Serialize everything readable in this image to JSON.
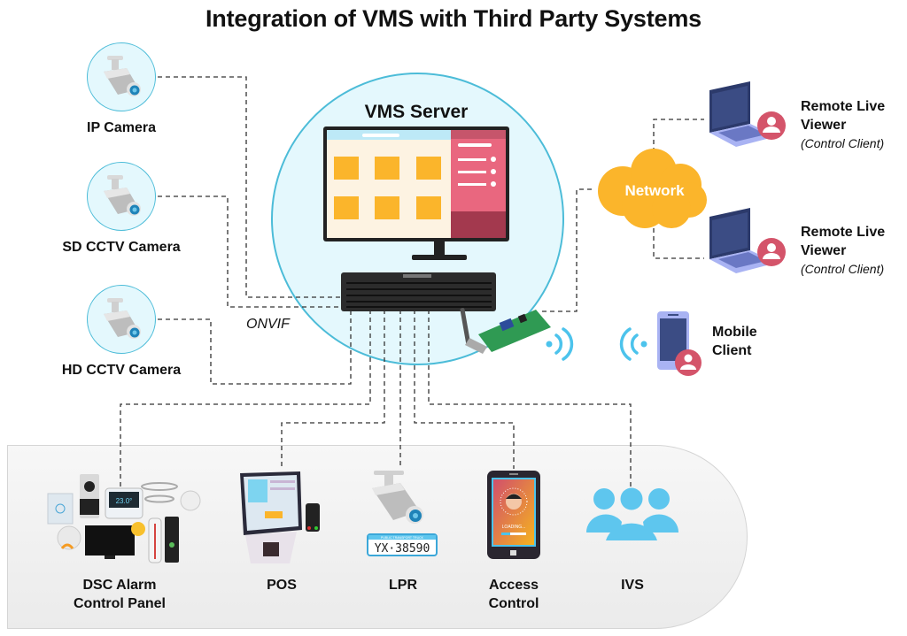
{
  "title": "Integration of VMS with Third Party Systems",
  "colors": {
    "circle_fill": "#e4f8fd",
    "circle_stroke": "#4cbcd8",
    "network_cloud": "#fbb52b",
    "laptop_body": "#3b4c84",
    "laptop_base": "#a9b3f3",
    "user_badge": "#d4546a",
    "wifi": "#4cc3ec",
    "ivs_people": "#5ec6ee",
    "screen_sidebar": "#e9677f",
    "screen_tile": "#fbb52b"
  },
  "cameras": [
    {
      "label": "IP Camera",
      "icon": "cctv-camera-icon"
    },
    {
      "label": "SD CCTV Camera",
      "icon": "cctv-camera-icon"
    },
    {
      "label": "HD CCTV Camera",
      "icon": "cctv-camera-icon"
    }
  ],
  "server": {
    "label": "VMS Server",
    "protocol_label": "ONVIF",
    "monitor_icon": "monitor-icon",
    "nvr_icon": "nvr-box-icon",
    "nic_icon": "wireless-network-card-icon"
  },
  "network": {
    "label": "Network",
    "icon": "cloud-icon"
  },
  "clients": [
    {
      "label_line1": "Remote Live",
      "label_line2": "Viewer",
      "sub": "(Control Client)",
      "icon": "laptop-user-icon"
    },
    {
      "label_line1": "Remote Live",
      "label_line2": "Viewer",
      "sub": "(Control Client)",
      "icon": "laptop-user-icon"
    },
    {
      "label_line1": "Mobile",
      "label_line2": "Client",
      "icon": "mobile-user-icon"
    }
  ],
  "third_party": [
    {
      "label_line1": "DSC Alarm",
      "label_line2": "Control Panel",
      "icon": "smart-devices-icon",
      "thermostat_reading": "23.0°"
    },
    {
      "label_line1": "POS",
      "label_line2": "",
      "icon": "pos-kiosk-icon"
    },
    {
      "label_line1": "LPR",
      "label_line2": "",
      "icon": "lpr-camera-icon",
      "plate_header": "PUBLIC TRANSPORT TRUCK",
      "plate_number": "YX·38590"
    },
    {
      "label_line1": "Access",
      "label_line2": "Control",
      "icon": "face-recognition-phone-icon",
      "screen_text": "LOADING..."
    },
    {
      "label_line1": "IVS",
      "label_line2": "",
      "icon": "people-group-icon"
    }
  ]
}
